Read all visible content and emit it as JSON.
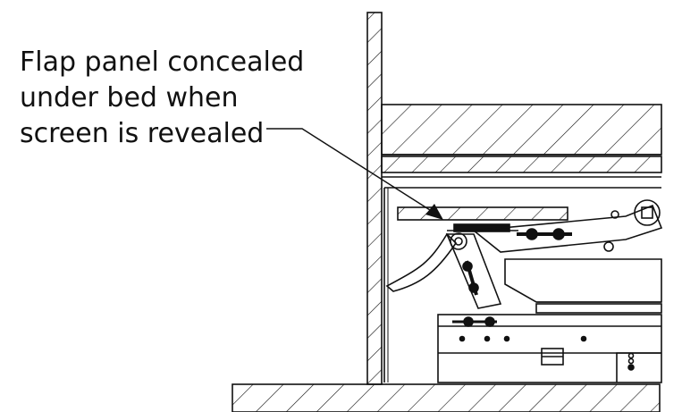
{
  "callout": {
    "lines": [
      "Flap panel concealed",
      "under bed when",
      "screen is revealed"
    ]
  },
  "colors": {
    "ink": "#111111",
    "background": "#ffffff"
  }
}
